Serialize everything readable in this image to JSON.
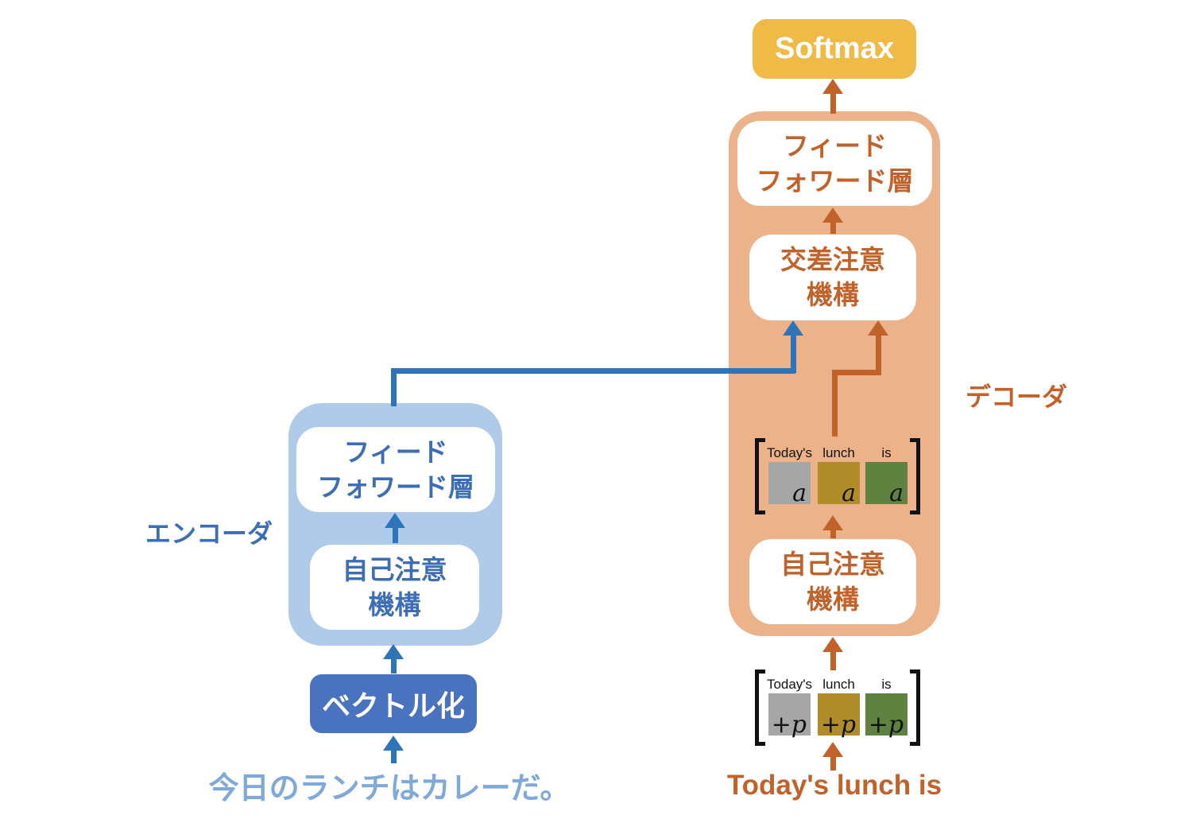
{
  "softmax": {
    "label": "Softmax"
  },
  "encoder": {
    "label": "エンコーダ",
    "feed_forward": {
      "line1": "フィード",
      "line2": "フォワード層"
    },
    "self_attention": {
      "line1": "自己注意",
      "line2": "機構"
    },
    "vectorize": {
      "label": "ベクトル化"
    },
    "input_text": "今日のランチはカレーだ。"
  },
  "decoder": {
    "label": "デコーダ",
    "feed_forward": {
      "line1": "フィード",
      "line2": "フォワード層"
    },
    "cross_attention": {
      "line1": "交差注意",
      "line2": "機構"
    },
    "self_attention": {
      "line1": "自己注意",
      "line2": "機構"
    },
    "hidden_matrix": {
      "tokens": [
        {
          "label": "Today's",
          "value": "a",
          "color": "#A6A6A6"
        },
        {
          "label": "lunch",
          "value": "a",
          "color": "#B08C2A"
        },
        {
          "label": "is",
          "value": "a",
          "color": "#5F8240"
        }
      ]
    },
    "input_matrix": {
      "tokens": [
        {
          "label": "Today's",
          "value": "+p",
          "color": "#A6A6A6"
        },
        {
          "label": "lunch",
          "value": "+p",
          "color": "#B08C2A"
        },
        {
          "label": "is",
          "value": "+p",
          "color": "#5F8240"
        }
      ]
    },
    "input_text": "Today's lunch is"
  },
  "colors": {
    "softmax_bg": "#EFBA45",
    "decoder_bg": "#ECB289",
    "decoder_accent": "#C2622B",
    "encoder_bg": "#AFCBE9",
    "encoder_text_blue": "#3D6EB5",
    "arrow_blue": "#2E74B8",
    "vectorize_bg": "#4973BF",
    "encoder_input_text": "#7FA9D9",
    "box_bg": "#FFFFFF",
    "token_gray": "#A6A6A6",
    "token_gold": "#B08C2A",
    "token_green": "#5F8240"
  }
}
